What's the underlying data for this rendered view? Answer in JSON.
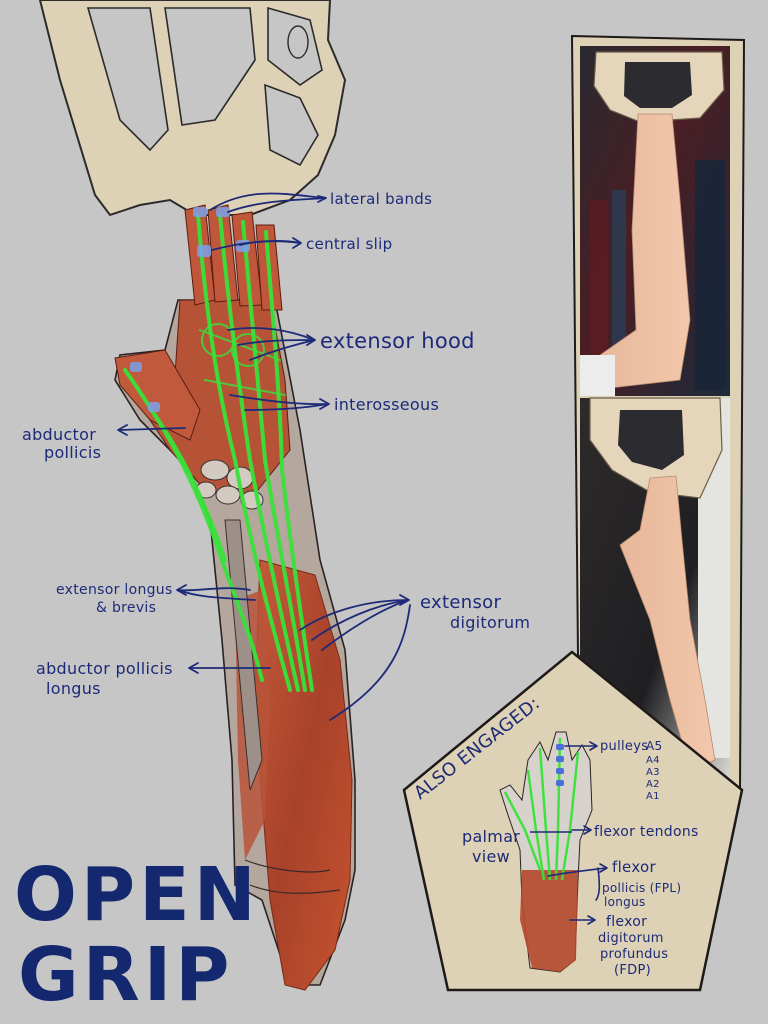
{
  "title": {
    "line1": "OPEN",
    "line2": "GRIP"
  },
  "dorsal_labels": {
    "lateral_bands": "lateral bands",
    "central_slip": "central slip",
    "extensor_hood": "extensor hood",
    "interosseous": "interosseous",
    "abductor_pollicis_1": "abductor",
    "abductor_pollicis_2": "pollicis",
    "extensor_longus_1": "extensor longus",
    "extensor_longus_2": "& brevis",
    "extensor_digitorum_1": "extensor",
    "extensor_digitorum_2": "digitorum",
    "abductor_longus_1": "abductor pollicis",
    "abductor_longus_2": "longus"
  },
  "also_engaged": {
    "heading": "ALSO ENGAGED:",
    "palmar_view_1": "palmar",
    "palmar_view_2": "view",
    "pulleys": "pulleys",
    "pulley_list": [
      "A5",
      "A4",
      "A3",
      "A2",
      "A1"
    ],
    "flexor_tendons": "flexor tendons",
    "fpl_1": "flexor",
    "fpl_2": "pollicis (FPL)",
    "fpl_3": "longus",
    "fdp_1": "flexor",
    "fdp_2": "digitorum",
    "fdp_3": "profundus",
    "fdp_4": "(FDP)"
  },
  "colors": {
    "background": "#c6c6c6",
    "ink": "#1d2a78",
    "title": "#14286f",
    "tendon_green": "#38e23a",
    "muscle_red": "#b5482c",
    "board_beige": "#ddd1b6",
    "pentagon_fill": "#ddd1b6"
  },
  "icons": {
    "hangboard": "hangboard-illustration",
    "photo_top": "open-grip-photo-1",
    "photo_bottom": "open-grip-photo-2"
  }
}
